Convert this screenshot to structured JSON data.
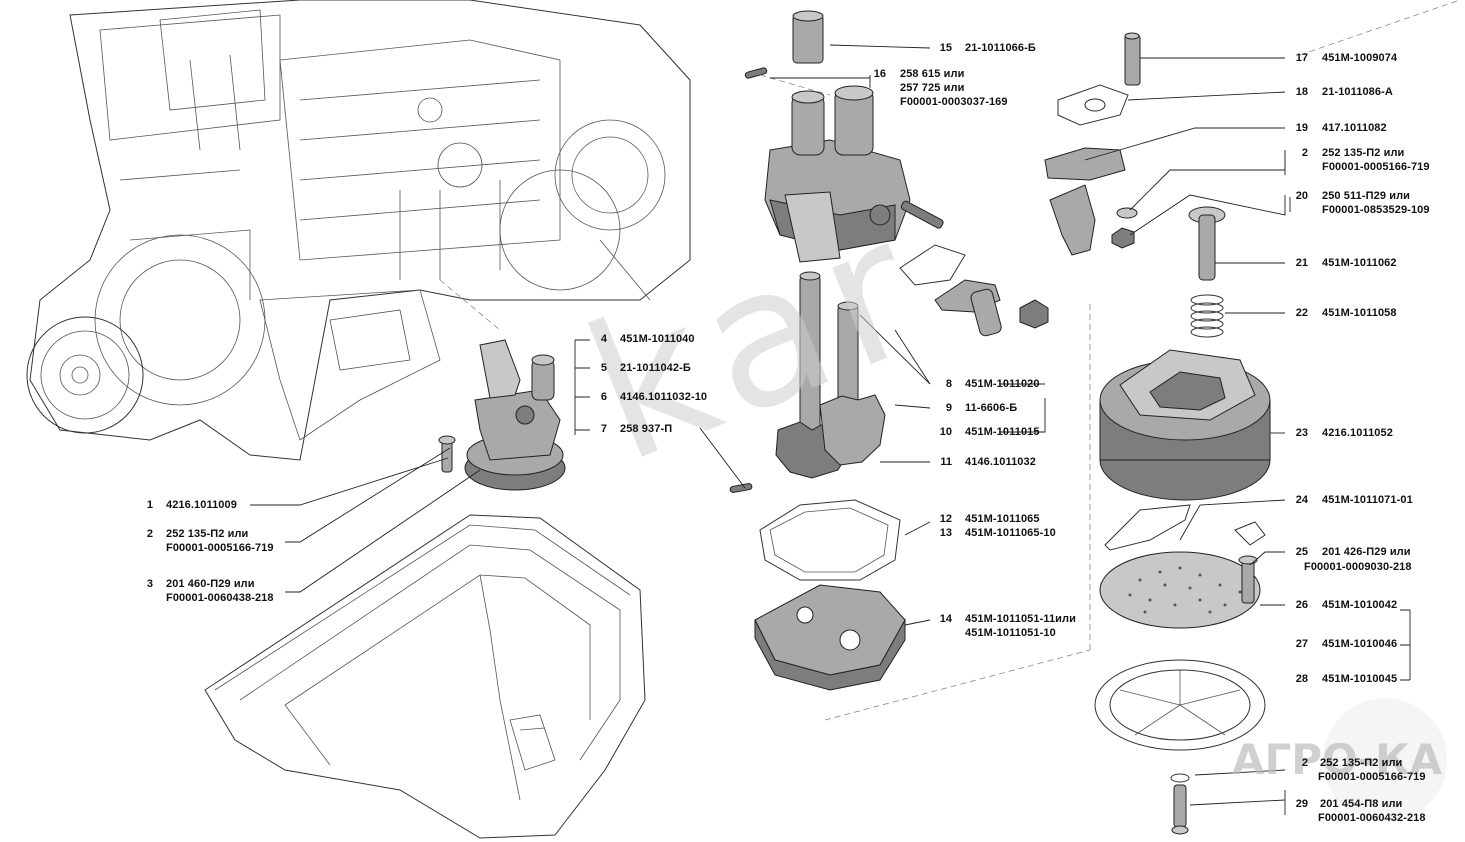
{
  "labels": {
    "p1": {
      "n": "1",
      "t1": "4216.1011009",
      "t2": ""
    },
    "p2a": {
      "n": "2",
      "t1": "252 135-П2 или",
      "t2": "F00001-0005166-719"
    },
    "p3": {
      "n": "3",
      "t1": "201 460-П29 или",
      "t2": "F00001-0060438-218"
    },
    "p4": {
      "n": "4",
      "t1": "451М-1011040",
      "t2": ""
    },
    "p5": {
      "n": "5",
      "t1": "21-1011042-Б",
      "t2": ""
    },
    "p6": {
      "n": "6",
      "t1": "4146.1011032-10",
      "t2": ""
    },
    "p7": {
      "n": "7",
      "t1": "258 937-П",
      "t2": ""
    },
    "p8": {
      "n": "8",
      "t1": "451М-1011020",
      "t2": ""
    },
    "p9": {
      "n": "9",
      "t1": "11-6606-Б",
      "t2": ""
    },
    "p10": {
      "n": "10",
      "t1": "451М-1011015",
      "t2": ""
    },
    "p11": {
      "n": "11",
      "t1": "4146.1011032",
      "t2": ""
    },
    "p12": {
      "n": "12",
      "t1": "451М-1011065",
      "t2": ""
    },
    "p13": {
      "n": "13",
      "t1": "451М-1011065-10",
      "t2": ""
    },
    "p14": {
      "n": "14",
      "t1": "451М-1011051-11или",
      "t2": "451М-1011051-10"
    },
    "p15": {
      "n": "15",
      "t1": "21-1011066-Б",
      "t2": ""
    },
    "p16": {
      "n": "16",
      "t1": "258 615 или",
      "t2": "257 725 или",
      "t3": "F00001-0003037-169"
    },
    "p17": {
      "n": "17",
      "t1": "451М-1009074",
      "t2": ""
    },
    "p18": {
      "n": "18",
      "t1": "21-1011086-А",
      "t2": ""
    },
    "p19": {
      "n": "19",
      "t1": "417.1011082",
      "t2": ""
    },
    "p2b": {
      "n": "2",
      "t1": "252 135-П2 или",
      "t2": "F00001-0005166-719"
    },
    "p20": {
      "n": "20",
      "t1": "250 511-П29 или",
      "t2": "F00001-0853529-109"
    },
    "p21": {
      "n": "21",
      "t1": "451М-1011062",
      "t2": ""
    },
    "p22": {
      "n": "22",
      "t1": "451М-1011058",
      "t2": ""
    },
    "p23": {
      "n": "23",
      "t1": "4216.1011052",
      "t2": ""
    },
    "p24": {
      "n": "24",
      "t1": "451М-1011071-01",
      "t2": ""
    },
    "p25": {
      "n": "25",
      "t1": "201 426-П29 или",
      "t2": "F00001-0009030-218"
    },
    "p26": {
      "n": "26",
      "t1": "451М-1010042",
      "t2": ""
    },
    "p27": {
      "n": "27",
      "t1": "451М-1010046",
      "t2": ""
    },
    "p28": {
      "n": "28",
      "t1": "451М-1010045",
      "t2": ""
    },
    "p2c": {
      "n": "2",
      "t1": "252 135-П2 или",
      "t2": "F00001-0005166-719"
    },
    "p29": {
      "n": "29",
      "t1": "201 454-П8 или",
      "t2": "F00001-0060432-218"
    }
  },
  "watermarks": {
    "diagonal": "kar",
    "logo": "АГРО-КА"
  },
  "colors": {
    "part_fill": "#a9a9a9",
    "part_light": "#c8c8c8",
    "part_dark": "#7d7d7d",
    "line": "#222222"
  }
}
